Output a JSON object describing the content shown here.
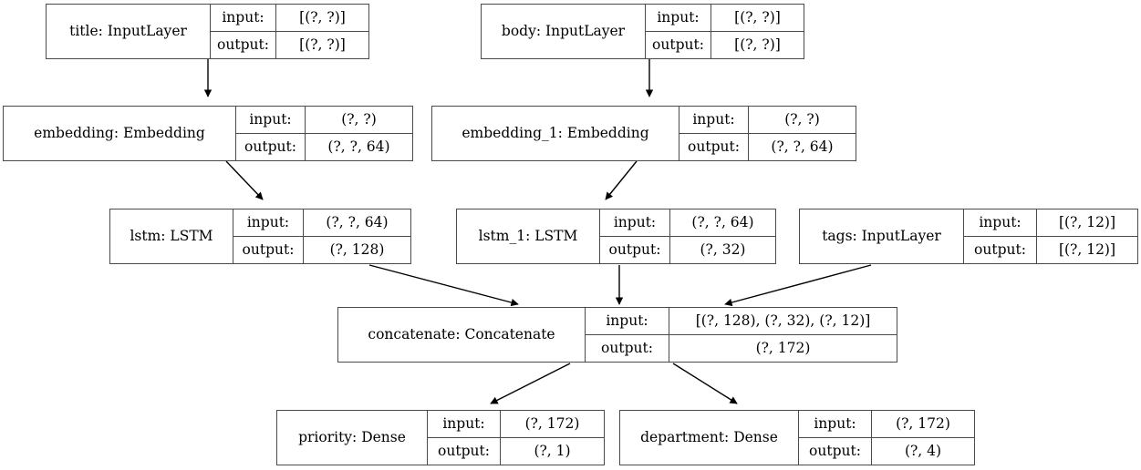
{
  "diagram": {
    "type": "keras-model-graph",
    "background_color": "#ffffff",
    "border_color": "#4a4a4a",
    "edge_color": "#000000",
    "io_labels": {
      "input": "input:",
      "output": "output:"
    },
    "nodes": [
      {
        "id": "title",
        "name": "title: InputLayer",
        "input": "[(?, ?)]",
        "output": "[(?, ?)]"
      },
      {
        "id": "body",
        "name": "body: InputLayer",
        "input": "[(?, ?)]",
        "output": "[(?, ?)]"
      },
      {
        "id": "embedding",
        "name": "embedding: Embedding",
        "input": "(?, ?)",
        "output": "(?, ?, 64)"
      },
      {
        "id": "embedding_1",
        "name": "embedding_1: Embedding",
        "input": "(?, ?)",
        "output": "(?, ?, 64)"
      },
      {
        "id": "lstm",
        "name": "lstm: LSTM",
        "input": "(?, ?, 64)",
        "output": "(?, 128)"
      },
      {
        "id": "lstm_1",
        "name": "lstm_1: LSTM",
        "input": "(?, ?, 64)",
        "output": "(?, 32)"
      },
      {
        "id": "tags",
        "name": "tags: InputLayer",
        "input": "[(?, 12)]",
        "output": "[(?, 12)]"
      },
      {
        "id": "concatenate",
        "name": "concatenate: Concatenate",
        "input": "[(?, 128), (?, 32), (?, 12)]",
        "output": "(?, 172)"
      },
      {
        "id": "priority",
        "name": "priority: Dense",
        "input": "(?, 172)",
        "output": "(?, 1)"
      },
      {
        "id": "department",
        "name": "department: Dense",
        "input": "(?, 172)",
        "output": "(?, 4)"
      }
    ],
    "edges": [
      {
        "from": "title",
        "to": "embedding"
      },
      {
        "from": "body",
        "to": "embedding_1"
      },
      {
        "from": "embedding",
        "to": "lstm"
      },
      {
        "from": "embedding_1",
        "to": "lstm_1"
      },
      {
        "from": "lstm",
        "to": "concatenate"
      },
      {
        "from": "lstm_1",
        "to": "concatenate"
      },
      {
        "from": "tags",
        "to": "concatenate"
      },
      {
        "from": "concatenate",
        "to": "priority"
      },
      {
        "from": "concatenate",
        "to": "department"
      }
    ]
  }
}
